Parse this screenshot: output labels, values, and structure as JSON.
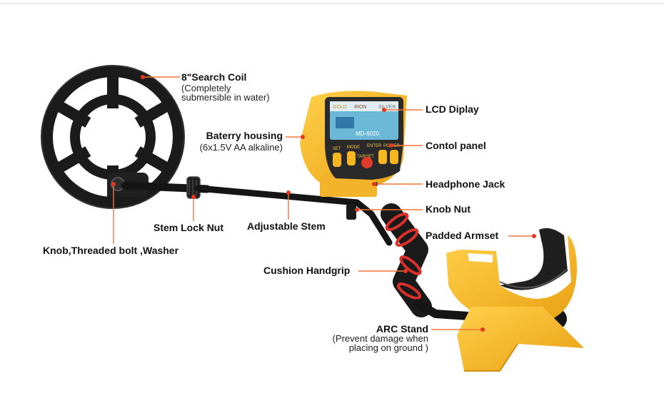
{
  "colors": {
    "body_yellow": "#f6b722",
    "leader_orange": "#f2753a",
    "dot_red": "#e8361f",
    "stem_black": "#151515",
    "grip_red": "#d9302a"
  },
  "device": {
    "model_text": "MD-6020",
    "screen_words": [
      "GOLD",
      "SILVER",
      "IRON"
    ],
    "button_words": [
      "SET",
      "MODE",
      "ENTER",
      "POWER",
      "TARGET"
    ]
  },
  "labels": {
    "search_coil": {
      "title": "8\"Search Coil",
      "line1": "(Completely",
      "line2": "submersible in water)"
    },
    "battery_housing": {
      "title": "Baterry housing",
      "line1": "(6x1.5V AA alkaline)"
    },
    "lcd_display": {
      "title": "LCD Diplay"
    },
    "control_panel": {
      "title": "Contol panel"
    },
    "headphone_jack": {
      "title": "Headphone Jack"
    },
    "knob_nut": {
      "title": "Knob Nut"
    },
    "padded_armset": {
      "title": "Padded Armset"
    },
    "stem_lock_nut": {
      "title": "Stem Lock Nut"
    },
    "adjustable_stem": {
      "title": "Adjustable Stem"
    },
    "knob_bolt_washer": {
      "title": "Knob,Threaded bolt ,Washer"
    },
    "cushion_handgrip": {
      "title": "Cushion Handgrip"
    },
    "arc_stand": {
      "title": "ARC Stand",
      "line1": "(Prevent damage when",
      "line2": "placing on ground )"
    }
  }
}
